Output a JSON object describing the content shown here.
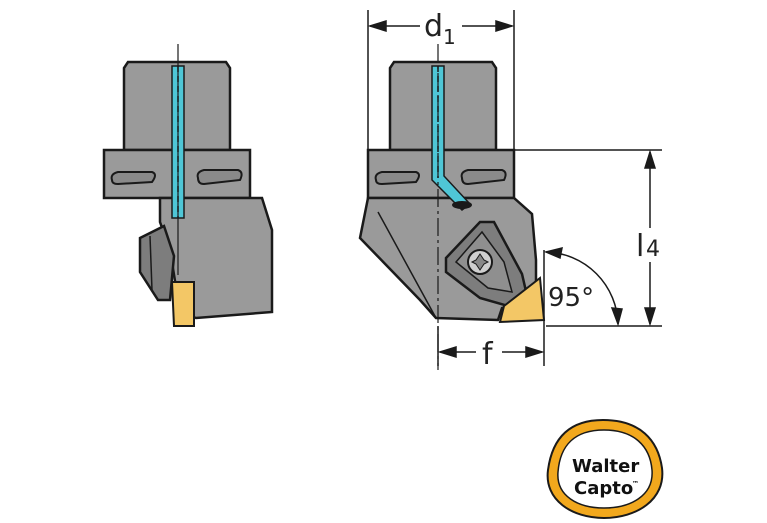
{
  "dimensions": {
    "d": "d",
    "d_sub": "1",
    "l": "l",
    "l_sub": "4",
    "f": "f",
    "angle": "95°"
  },
  "logo": {
    "line1": "Walter",
    "line2": "Capto",
    "tm": "™"
  },
  "colors": {
    "body": "#9a9a9a",
    "body_dark": "#7d7d7d",
    "outline": "#1a1a1a",
    "coolant": "#4fc6d6",
    "insert": "#f3c766",
    "logo_ring": "#f2a81d"
  }
}
